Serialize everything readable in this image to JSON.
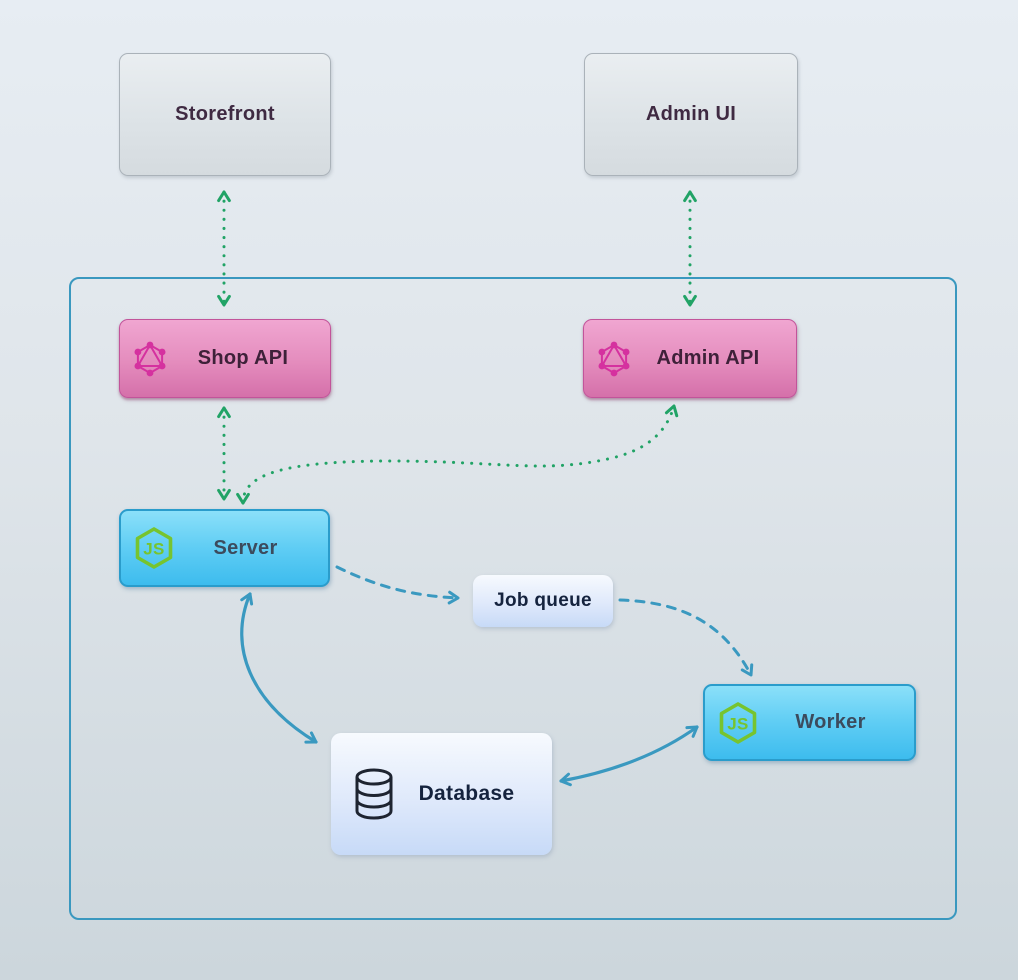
{
  "diagram": {
    "nodes": {
      "storefront": {
        "label": "Storefront",
        "type": "external-client"
      },
      "admin_ui": {
        "label": "Admin UI",
        "type": "external-client"
      },
      "shop_api": {
        "label": "Shop API",
        "icon": "graphql-icon"
      },
      "admin_api": {
        "label": "Admin API",
        "icon": "graphql-icon"
      },
      "server": {
        "label": "Server",
        "icon": "nodejs-icon"
      },
      "job_queue": {
        "label": "Job queue"
      },
      "worker": {
        "label": "Worker",
        "icon": "nodejs-icon"
      },
      "database": {
        "label": "Database",
        "icon": "database-icon"
      }
    },
    "edges": [
      {
        "from": "Storefront",
        "to": "Shop API",
        "style": "dotted",
        "color": "green",
        "bidirectional": true
      },
      {
        "from": "Admin UI",
        "to": "Admin API",
        "style": "dotted",
        "color": "green",
        "bidirectional": true
      },
      {
        "from": "Shop API",
        "to": "Server",
        "style": "dotted",
        "color": "green",
        "bidirectional": true
      },
      {
        "from": "Server",
        "to": "Admin API",
        "style": "dotted",
        "color": "green",
        "bidirectional": true
      },
      {
        "from": "Server",
        "to": "Job queue",
        "style": "dashed",
        "color": "blue",
        "bidirectional": false
      },
      {
        "from": "Job queue",
        "to": "Worker",
        "style": "dashed",
        "color": "blue",
        "bidirectional": false
      },
      {
        "from": "Server",
        "to": "Database",
        "style": "solid",
        "color": "blue",
        "bidirectional": true
      },
      {
        "from": "Database",
        "to": "Worker",
        "style": "solid",
        "color": "blue",
        "bidirectional": true
      }
    ],
    "colors": {
      "arrow_green": "#21a366",
      "arrow_blue": "#3a99c0",
      "boundary_border": "#3a98bf",
      "graphql_pink": "#d5319f",
      "nodejs_green": "#77c42f",
      "pink_box_top": "#f0a6d1",
      "pink_box_bottom": "#d570aa",
      "cyan_box_top": "#8be0f9",
      "cyan_box_bottom": "#3dbcee"
    }
  }
}
